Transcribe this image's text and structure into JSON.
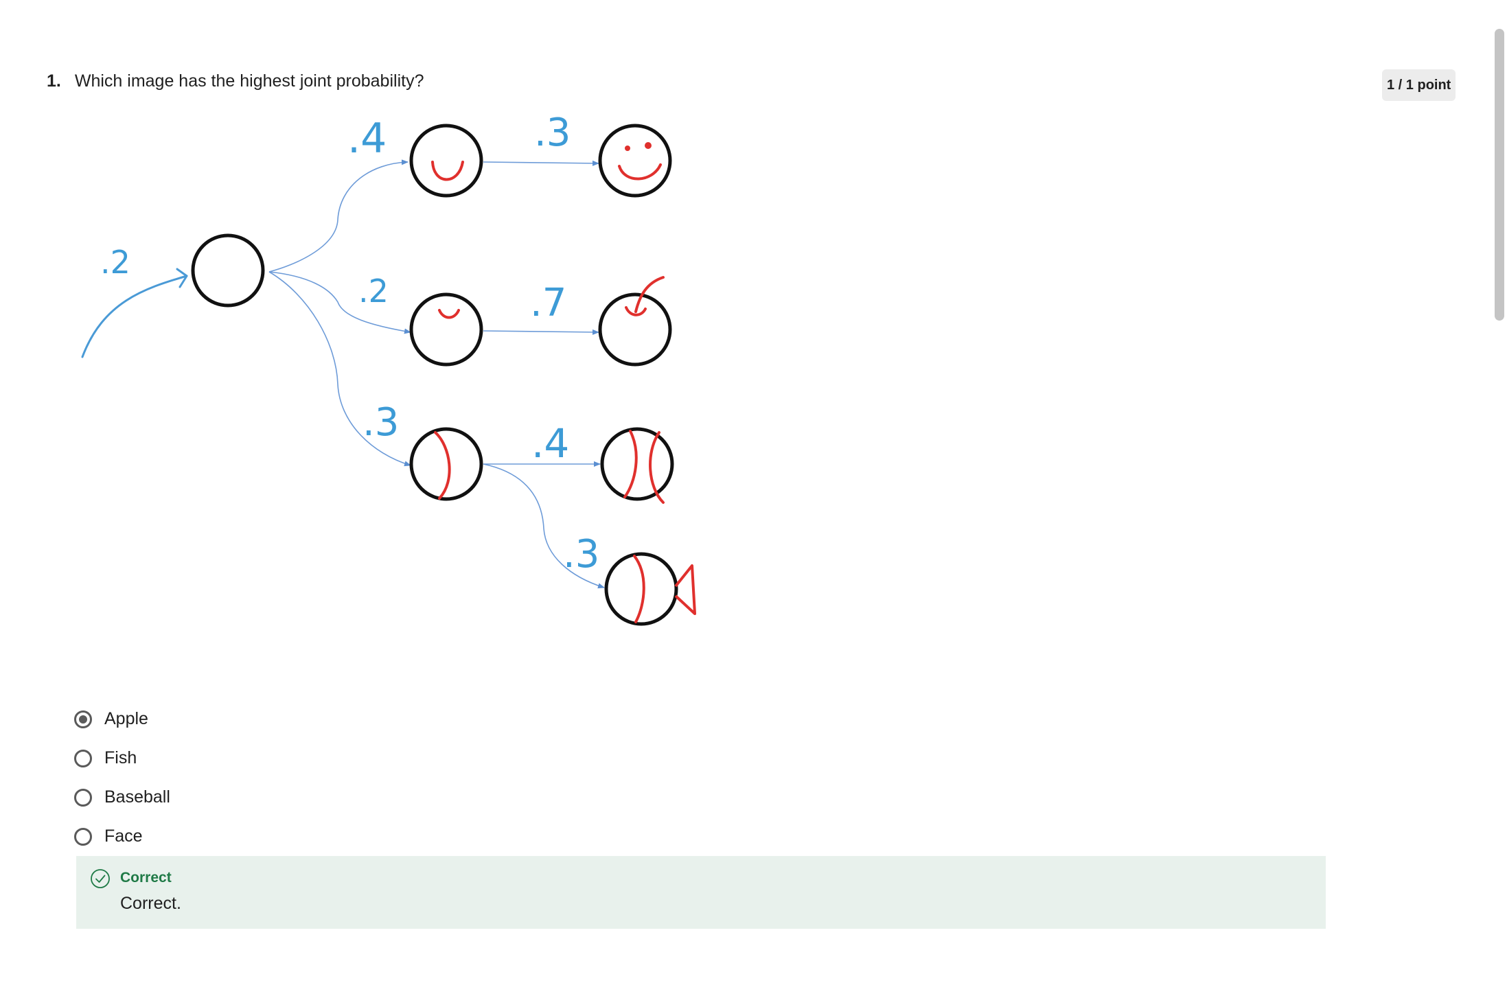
{
  "question": {
    "number": "1.",
    "text": "Which image has the highest joint probability?",
    "points": "1 / 1 point"
  },
  "diagram": {
    "probabilities": {
      "start": ".2",
      "to_smile": ".4",
      "smile_to_face": ".3",
      "to_small_smile": ".2",
      "small_smile_to_apple": ".7",
      "to_ball": ".3",
      "ball_to_baseball": ".4",
      "ball_to_fish": ".3"
    },
    "colors": {
      "arrow": "#5b8fd1",
      "number": "#3d9bd6",
      "feature": "#e0302d",
      "circle": "#111111"
    }
  },
  "options": [
    {
      "label": "Apple",
      "selected": true
    },
    {
      "label": "Fish",
      "selected": false
    },
    {
      "label": "Baseball",
      "selected": false
    },
    {
      "label": "Face",
      "selected": false
    }
  ],
  "feedback": {
    "title": "Correct",
    "text": "Correct.",
    "background": "#e8f1ec",
    "accent": "#1f7a46"
  }
}
